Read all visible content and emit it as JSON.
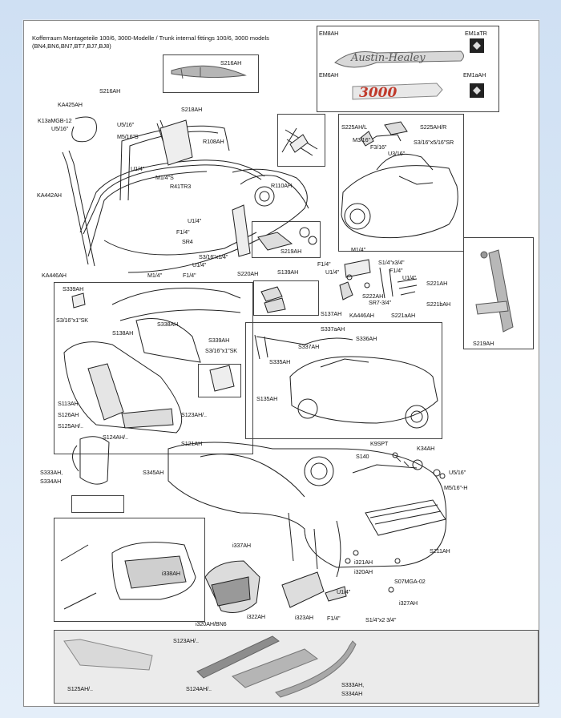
{
  "header": {
    "title_line1": "Kofferraum Montageteile 100/6, 3000-Modelle / Trunk internal fittings 100/6, 3000 models",
    "title_line2": "(BN4,BN6,BN7,BT7,BJ7,BJ8)"
  },
  "badges": {
    "em8ah": "EM8AH",
    "em1atr": "EM1aTR",
    "em6ah": "EM6AH",
    "em1aah": "EM1aAH",
    "austin_healey_script": "Austin-Healey",
    "model_3000_script": "3000"
  },
  "labels": {
    "s216ah_top": "S216AH",
    "s216ah": "S216AH",
    "s218ah": "S218AH",
    "ka425ah": "KA425AH",
    "k13amgb12": "K13aMGB-12",
    "u516_a": "U5/16\"",
    "u516_b": "U5/16\"",
    "m516s": "M5/16\"S",
    "r108ah": "R108AH",
    "u14_a": "U1/4\"",
    "m14s": "M1/4\"S",
    "r41tr3": "R41TR3",
    "ka442ah": "KA442AH",
    "r110ah": "R110AH",
    "u14_b": "U1/4\"",
    "f14_a": "F1/4\"",
    "sr4": "SR4",
    "s316x14": "S3/16\"x1/4\"",
    "s219ah_a": "S219AH",
    "u14_c": "U1/4\"",
    "m14_a": "M1/4\"",
    "f14_b": "F1/4\"",
    "s220ah": "S220AH",
    "ka446ah_left": "KA446AH",
    "s225ahl": "S225AH/L",
    "s225ahr": "S225AH/R",
    "m316": "M3/16\"",
    "f316": "F3/16\"",
    "u316": "U3/16\"",
    "s316x516sr": "S3/16\"x5/16\"SR",
    "m14_b": "M1/4\"",
    "f14_c": "F1/4\"",
    "u14_d": "U1/4\"",
    "s14x34": "S1/4\"x3/4\"",
    "f14_d": "F1/4\"",
    "u14_e": "U1/4\"",
    "s221ah": "S221AH",
    "s222ah": "S222AH",
    "sr734": "SR7-3/4\"",
    "s221bah": "S221bAH",
    "s221aah": "S221aAH",
    "ka446ah_right": "KA446AH",
    "s339ah_a": "S339AH",
    "s139ah": "S139AH",
    "s316x1sk_a": "S3/16\"x1\"SK",
    "s338ah": "S338AH",
    "s138ah": "S138AH",
    "s137ah": "S137AH",
    "s337aah": "S337aAH",
    "s339ah_b": "S339AH",
    "s336ah": "S336AH",
    "s316x1sk_b": "S3/16\"x1\"SK",
    "s337ah": "S337AH",
    "s335ah": "S335AH",
    "s219ah_b": "S219AH",
    "s113ah": "S113AH",
    "s126ah": "S126AH",
    "s125ah_a": "S125AH/..",
    "s135ah": "S135AH",
    "s123ah_a": "S123AH/..",
    "s124ah_a": "S124AH/..",
    "s121ah": "S121AH",
    "k9spt": "K9SPT",
    "k34ah": "K34AH",
    "s140": "S140",
    "u516_c": "U5/16\"",
    "m516h": "M5/16\"-H",
    "s333ah_a": "S333AH,",
    "s334ah_a": "S334AH",
    "s345ah": "S345AH",
    "s211ah": "S211AH",
    "i337ah": "i337AH",
    "i338ah": "i338AH",
    "i321ah": "i321AH",
    "i320ah": "i320AH",
    "s07mga02": "S07MGA-02",
    "u14_f": "U1/4\"",
    "i327ah": "i327AH",
    "i322ah": "i322AH",
    "i323ah": "i323AH",
    "i320ahbn6": "i320AH/BN6",
    "f14_e": "F1/4\"",
    "s14x234": "S1/4\"x2 3/4\"",
    "s123ah_b": "S123AH/..",
    "s125ah_b": "S125AH/..",
    "s124ah_b": "S124AH/..",
    "s333ah_b": "S333AH,",
    "s334ah_b": "S334AH"
  },
  "colors": {
    "background": "#d6e5f5",
    "sheet": "#ffffff",
    "emblem_red": "#c0392b",
    "chrome": "#9a9a9a"
  }
}
